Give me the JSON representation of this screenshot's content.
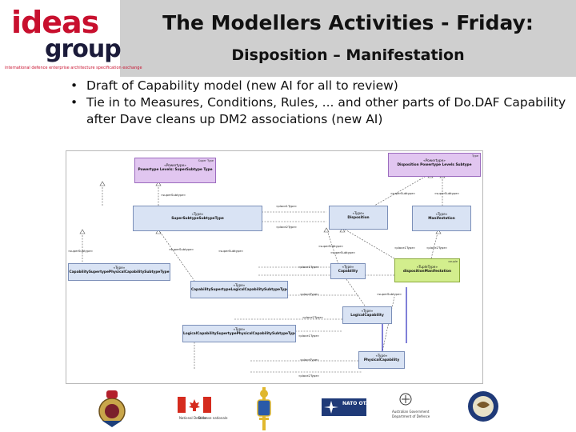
{
  "header": {
    "logo": {
      "brand_top": "ideas",
      "brand_bottom": "group",
      "tagline": "international defence enterprise architecture specification exchange"
    },
    "title": "The Modellers Activities - Friday:",
    "subtitle": "Disposition – Manifestation"
  },
  "bullets": [
    "Draft of Capability model (new AI for all to review)",
    "Tie in to Measures, Conditions, Rules, ... and other parts of Do.DAF Capability after Dave cleans up DM2 associations (new AI)"
  ],
  "diagram": {
    "boxes": [
      {
        "id": "pt-super",
        "corner": "Super Type",
        "stereo": "«Powertype»",
        "name": "Powertype Levels: SuperSubtype Type"
      },
      {
        "id": "pt-disp",
        "corner": "Type",
        "stereo": "«Powertype»",
        "name": "Disposition Powertype Levels Subtype"
      },
      {
        "id": "t-super",
        "stereo": "«Type»",
        "name": "SuperSubtypeSubtypeType"
      },
      {
        "id": "t-disposition",
        "stereo": "«Type»",
        "name": "Disposition"
      },
      {
        "id": "t-manifestation",
        "stereo": "«Type»",
        "name": "Manifestation"
      },
      {
        "id": "t-capsuper",
        "stereo": "«Type»",
        "name": "CapabilitySupertypePhysicalCapabilitySubtypeType"
      },
      {
        "id": "t-capability",
        "stereo": "«Type»",
        "name": "Capability"
      },
      {
        "id": "t-dispman",
        "corner": "couple",
        "stereo": "«TupleType»",
        "name": "dispositionManifestation"
      },
      {
        "id": "t-caplogical",
        "stereo": "«Type»",
        "name": "CapabilitySupertypeLogicalCapabilitySubtypeType"
      },
      {
        "id": "t-logical",
        "stereo": "«Type»",
        "name": "LogicalCapability"
      },
      {
        "id": "t-logphys",
        "stereo": "«Type»",
        "name": "LogicalCapabilitySupertypePhysicalCapabilitySubtypeType"
      },
      {
        "id": "t-physical",
        "stereo": "«Type»",
        "name": "PhysicalCapability"
      }
    ],
    "roles": {
      "super1": "«superSubtype»",
      "super2": "«superSubtype»",
      "super3": "«superSubtype»",
      "place1a": "«place1Type»",
      "place2a": "«place2Type»",
      "sub1": "«superSubtype»",
      "sub2": "«superSubtype»",
      "sub3": "«superSubtype»",
      "sub4": "«superSubtype»",
      "sub5": "«superSubtype»",
      "place1b": "«place1Type»",
      "place2b": "«place2Type»",
      "place1c": "«place1Type»",
      "placetype1": "«placeType»",
      "place2c": "«place2Type»",
      "place1d": "«place1Type»",
      "placetype2": "«placeType»",
      "place2d": "«place2Type»",
      "supersub6": "«superSubtype»"
    }
  },
  "footer_logos": [
    {
      "name": "uk-mod-logo",
      "caption": ""
    },
    {
      "name": "canada-logo",
      "caption_a": "National Defence",
      "caption_b": "Défense nationale"
    },
    {
      "name": "sweden-logo",
      "caption": ""
    },
    {
      "name": "nato-logo",
      "caption": "NATO OTAN"
    },
    {
      "name": "australia-logo",
      "caption_a": "Australian Government",
      "caption_b": "Department of Defence"
    },
    {
      "name": "us-dod-logo",
      "caption": ""
    }
  ]
}
